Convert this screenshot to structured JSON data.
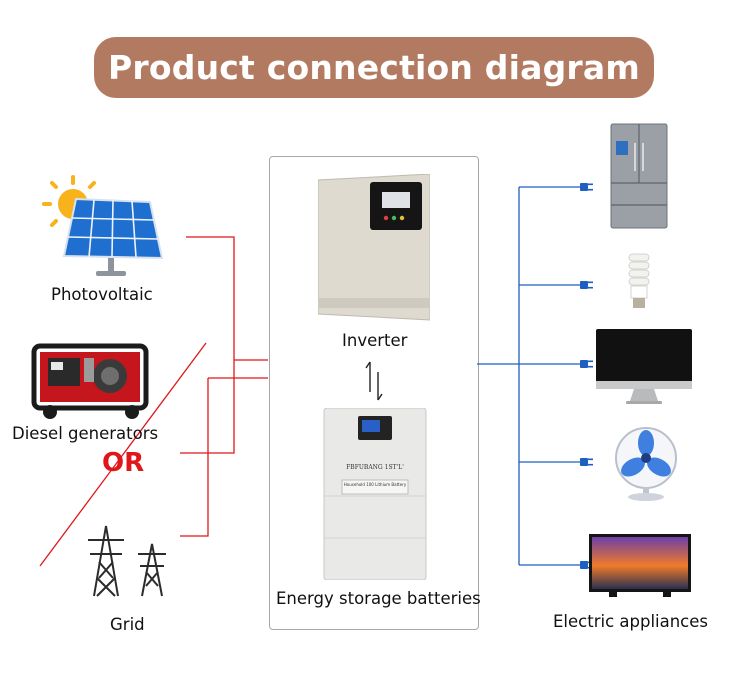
{
  "title": "Product connection diagram",
  "sources": {
    "photovoltaic": "Photovoltaic",
    "diesel": "Diesel generators",
    "or": "OR",
    "grid": "Grid"
  },
  "center": {
    "inverter": "Inverter",
    "battery": "Energy storage batteries",
    "battery_brand": "FBFUBANG 1ST'L'",
    "battery_plate": "Household 100 Lithium Battery"
  },
  "appliances_label": "Electric appliances",
  "colors": {
    "title_bg": "#b37a62",
    "source_wire": "#e0161b",
    "appliance_wire": "#1f5fc0"
  },
  "icons": [
    "solar-panel-icon",
    "diesel-generator-icon",
    "grid-tower-icon",
    "inverter-icon",
    "battery-icon",
    "refrigerator-icon",
    "bulb-icon",
    "monitor-icon",
    "fan-icon",
    "tv-icon",
    "plug-icon"
  ]
}
